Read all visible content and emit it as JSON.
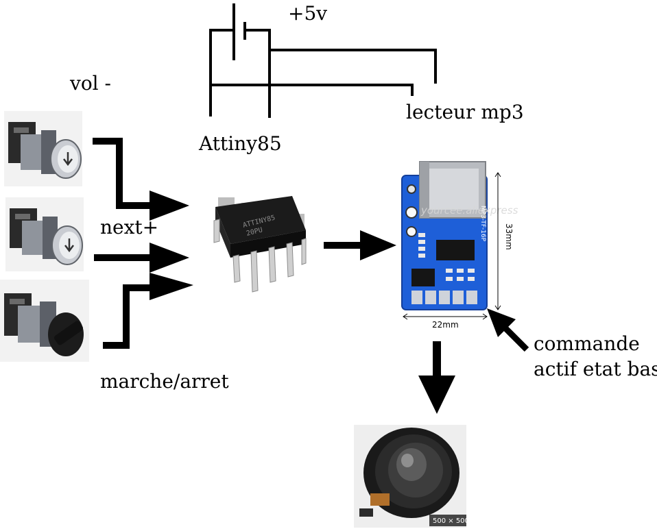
{
  "labels": {
    "plus5v": "+5v",
    "vol_minus": "vol -",
    "lecteur_mp3": "lecteur mp3",
    "attiny85": "Attiny85",
    "next_plus": "next+",
    "marche_arret": "marche/arret",
    "commande_line1": "commande",
    "commande_line2": "actif etat bas"
  },
  "chip_marking": [
    "ATTINY85",
    "20PU"
  ],
  "module": {
    "watermark": "yourcee.aliexpress",
    "dim_height": "33mm",
    "dim_width": "22mm",
    "board_text": "MP3-TF-16P"
  },
  "speaker": {
    "badge": "500 × 500"
  },
  "colors": {
    "line": "#000000",
    "pcb_blue": "#1e5fd8",
    "pcb_dark": "#1748b0",
    "metal": "#c9ccd2",
    "chip_body": "#1a1a1a",
    "pin": "#c8c8c8"
  }
}
